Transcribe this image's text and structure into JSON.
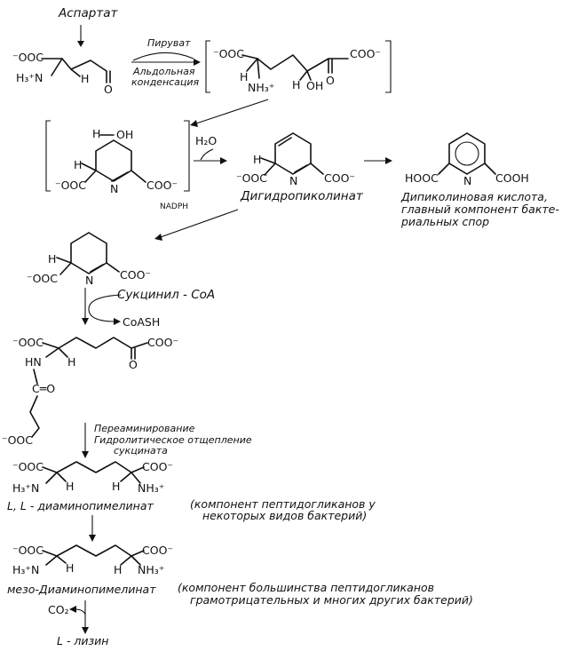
{
  "labels": {
    "aspartate": "Аспартат",
    "pyruvate": "Пируват",
    "aldol_1": "Альдольная",
    "aldol_2": "конденсация",
    "water": "H₂O",
    "nadph": "NADPH",
    "dihydropicolinate": "Дигидропиколинат",
    "dipicolinic_1": "Дипиколиновая кислота,",
    "dipicolinic_2": "главный компонент бакте-",
    "dipicolinic_3": "риальных спор",
    "succinyl_coa": "Сукцинил - CoA",
    "coash": "CoASH",
    "transamination": "Переаминирование",
    "hydrolysis_1": "Гидролитическое отщепление",
    "hydrolysis_2": "сукцината",
    "ll_dap": "L, L - диаминопимелинат",
    "ll_note_1": "(компонент пептидогликанов у",
    "ll_note_2": "некоторых видов бактерий)",
    "meso_dap": "мезо-Диаминопимелинат",
    "meso_note_1": "(компонент большинства пептидогликанов",
    "meso_note_2": "грамотрицательных и многих других бактерий)",
    "co2": "CO₂",
    "lysine": "L - лизин"
  },
  "atoms": {
    "coo_minus_left": "⁻OOC",
    "coo_minus_right": "COO⁻",
    "h": "H",
    "oh": "OH",
    "o": "O",
    "n": "N",
    "nh3_plus": "NH₃⁺",
    "h3n_plus": "H₃⁺N",
    "hn": "HN",
    "c_eq_o": "C═O",
    "hooc": "HOOC",
    "cooh": "COOH"
  },
  "brackets": {
    "left": "[",
    "right": "]"
  }
}
